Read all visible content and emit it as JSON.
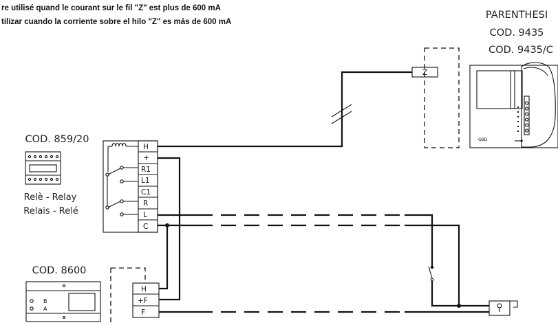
{
  "notes": {
    "line1": "re utilisé quand le courant sur le fil \"Z\" est plus de 600 mA",
    "line2": "tilizar cuando la corriente sobre el hilo \"Z\" es más de 600 mA"
  },
  "monitor": {
    "name": "PARENTHESI",
    "code1": "COD. 9435",
    "code2": "COD. 9435/C",
    "brand": "GBD"
  },
  "relay": {
    "code": "COD. 859/20",
    "label1": "Relè - Relay",
    "label2": "Relais - Relé",
    "terminals": [
      "H",
      "+",
      "R1",
      "L1",
      "C1",
      "R",
      "L",
      "C"
    ]
  },
  "supply": {
    "code": "COD. 8600",
    "led_b": "B",
    "led_a": "A",
    "terminals": [
      "H",
      "+F",
      "F"
    ]
  },
  "z_terminal": "Z"
}
